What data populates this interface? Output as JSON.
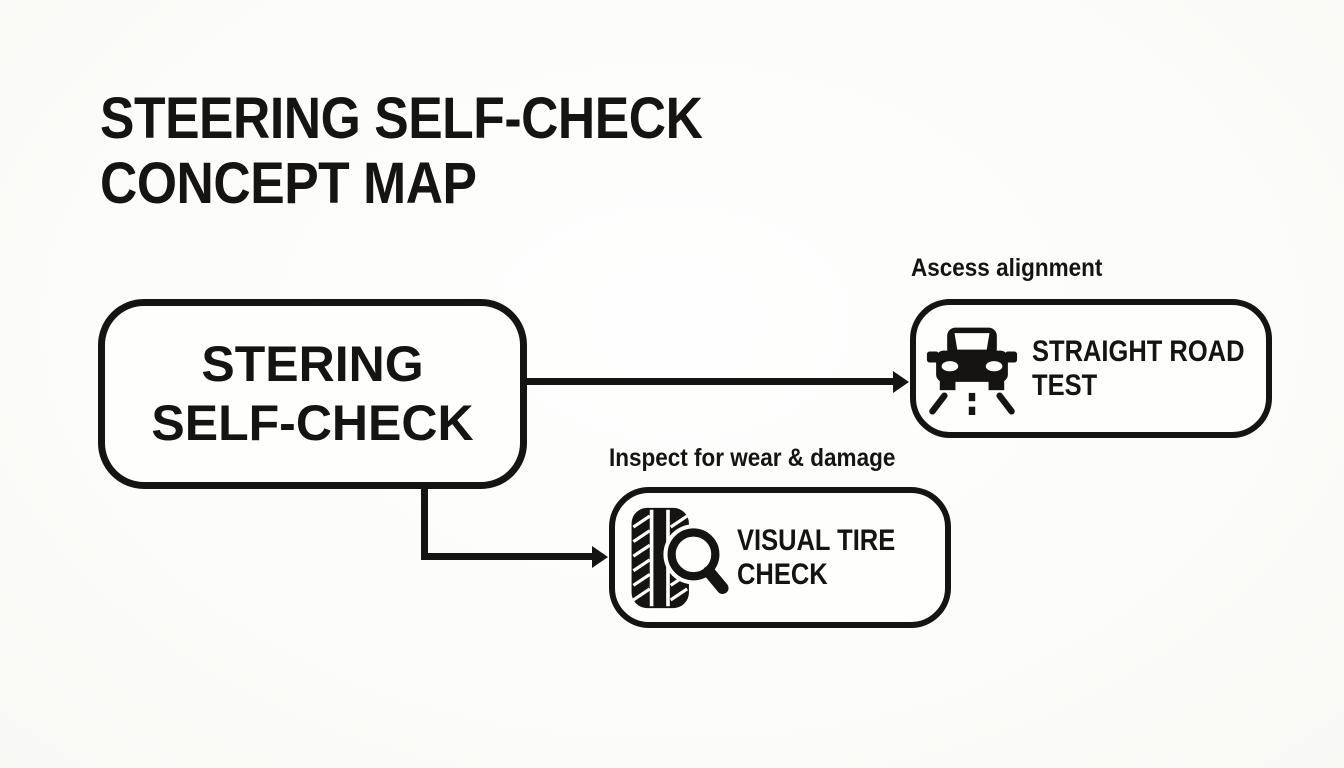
{
  "colors": {
    "ink": "#151413",
    "background": "#fcfcfb",
    "node_fill": "#fefefd"
  },
  "title": {
    "line1": "STEERING SELF-CHECK",
    "line2": "CONCEPT MAP"
  },
  "diagram": {
    "root": {
      "id": "steering-self-check",
      "line1": "STERING",
      "line2": "SELF-CHECK"
    },
    "branches": [
      {
        "id": "straight-road-test",
        "annotation": "Ascess alignment",
        "line1": "STRAIGHT ROAD",
        "line2": "TEST",
        "icon": "car-on-straight-road-icon"
      },
      {
        "id": "visual-tire-check",
        "annotation": "Inspect for wear & damage",
        "line1": "VISUAL TIRE",
        "line2": "CHECK",
        "icon": "tire-tread-magnifier-icon"
      }
    ],
    "edges": [
      {
        "from": "steering-self-check",
        "to": "straight-road-test"
      },
      {
        "from": "steering-self-check",
        "to": "visual-tire-check"
      }
    ]
  }
}
